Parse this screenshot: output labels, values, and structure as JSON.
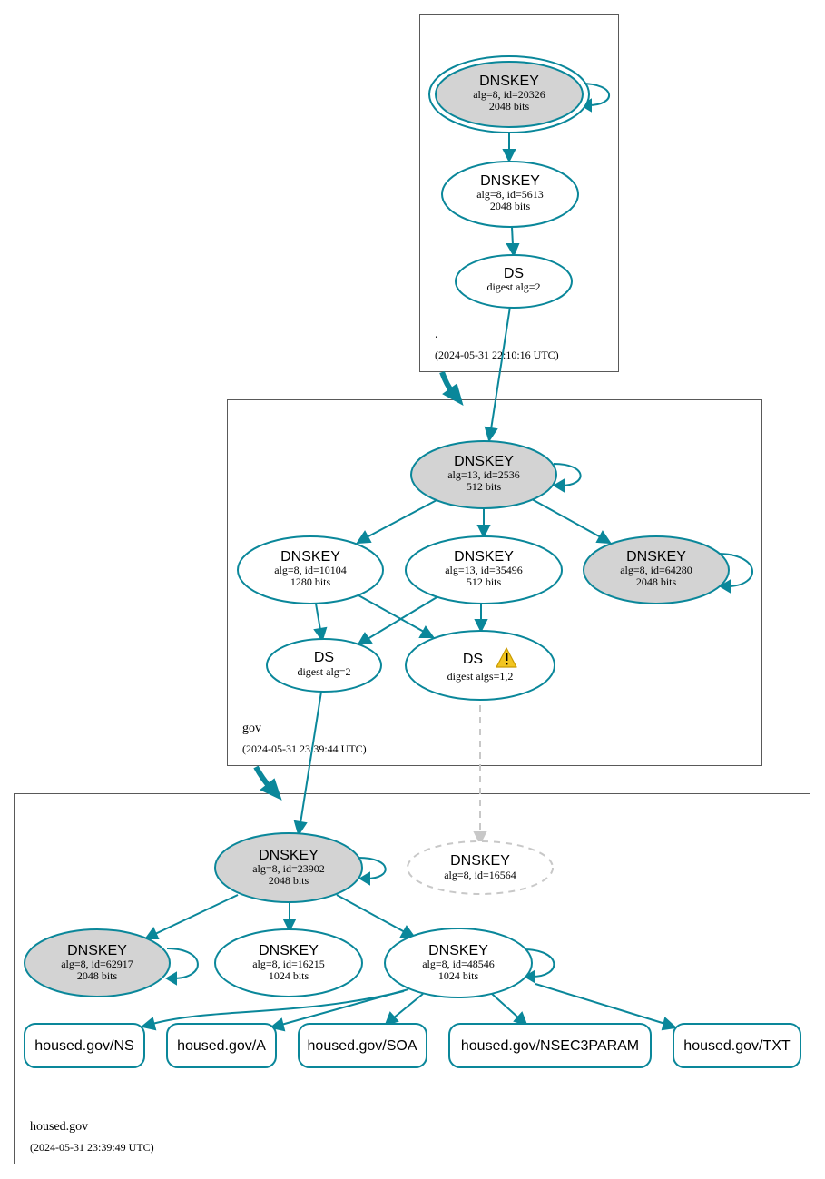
{
  "zones": {
    "root": {
      "name": ".",
      "timestamp": "(2024-05-31 22:10:16 UTC)"
    },
    "gov": {
      "name": "gov",
      "timestamp": "(2024-05-31 23:39:44 UTC)"
    },
    "housed": {
      "name": "housed.gov",
      "timestamp": "(2024-05-31 23:39:49 UTC)"
    }
  },
  "nodes": {
    "root_ksk": {
      "title": "DNSKEY",
      "line1": "alg=8, id=20326",
      "line2": "2048 bits"
    },
    "root_zsk": {
      "title": "DNSKEY",
      "line1": "alg=8, id=5613",
      "line2": "2048 bits"
    },
    "gov_ds_parent": {
      "title": "DS",
      "line1": "digest alg=2"
    },
    "gov_ksk": {
      "title": "DNSKEY",
      "line1": "alg=13, id=2536",
      "line2": "512 bits"
    },
    "gov_k10104": {
      "title": "DNSKEY",
      "line1": "alg=8, id=10104",
      "line2": "1280 bits"
    },
    "gov_k35496": {
      "title": "DNSKEY",
      "line1": "alg=13, id=35496",
      "line2": "512 bits"
    },
    "gov_k64280": {
      "title": "DNSKEY",
      "line1": "alg=8, id=64280",
      "line2": "2048 bits"
    },
    "housed_ds_a": {
      "title": "DS",
      "line1": "digest alg=2"
    },
    "housed_ds_b": {
      "title": "DS",
      "line1": "digest algs=1,2"
    },
    "housed_ksk": {
      "title": "DNSKEY",
      "line1": "alg=8, id=23902",
      "line2": "2048 bits"
    },
    "housed_k16564": {
      "title": "DNSKEY",
      "line1": "alg=8, id=16564"
    },
    "housed_k62917": {
      "title": "DNSKEY",
      "line1": "alg=8, id=62917",
      "line2": "2048 bits"
    },
    "housed_k16215": {
      "title": "DNSKEY",
      "line1": "alg=8, id=16215",
      "line2": "1024 bits"
    },
    "housed_k48546": {
      "title": "DNSKEY",
      "line1": "alg=8, id=48546",
      "line2": "1024 bits"
    }
  },
  "rrsets": {
    "ns": "housed.gov/NS",
    "a": "housed.gov/A",
    "soa": "housed.gov/SOA",
    "nsec3param": "housed.gov/NSEC3PARAM",
    "txt": "housed.gov/TXT"
  },
  "colors": {
    "edge": "#0a879a",
    "ksk_fill": "#d3d3d3",
    "missing": "#c8c8c8",
    "warning": "#f2c521"
  },
  "icons": {
    "warning": "warning-icon"
  }
}
